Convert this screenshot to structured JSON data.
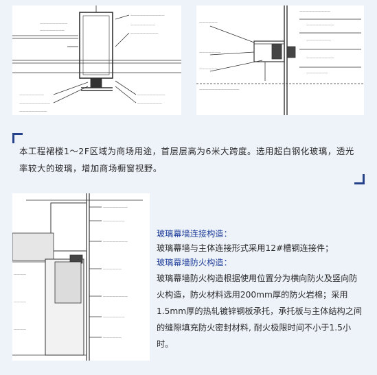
{
  "intro": {
    "text": "本工程裙楼1～2F区域为商场用途，首层层高为6米大跨度。选用超白钢化玻璃，透光率较大的玻璃，增加商场橱窗视野。"
  },
  "section": {
    "heading1": "玻璃幕墙连接构造：",
    "body1": "玻璃幕墙与主体连接形式采用12#槽钢连接件；",
    "heading2": "玻璃幕墙防火构造：",
    "body2": "玻璃幕墙防火构造根据使用位置分为横向防火及竖向防火构造，防火材料选用200mm厚的防火岩棉；采用1.5mm厚的热轧镀锌钢板承托，承托板与主体结构之间的缝隙填充防火密封材料, 耐火极限时间不小于1.5小时。"
  },
  "colors": {
    "background": "#eef2f9",
    "accent": "#24418a",
    "heading": "#1f3f9a",
    "text": "#2a2a2a"
  }
}
